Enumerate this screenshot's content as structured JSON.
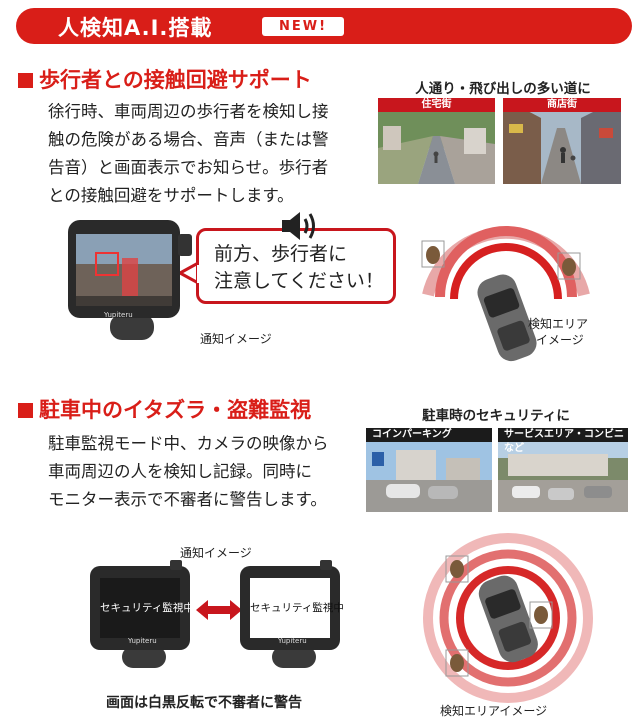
{
  "banner": {
    "title": "人検知A.I.搭載",
    "badge": "NEW!"
  },
  "pedestrian": {
    "title": "歩行者との接触回避サポート",
    "body": [
      "徐行時、車両周辺の歩行者を検知し接",
      "触の危険がある場合、音声（または警",
      "告音）と画面表示でお知らせ。歩行者",
      "との接触回避をサポートします。"
    ],
    "photo_heading": "人通り・飛び出しの多い道に",
    "photos": [
      "住宅街",
      "商店街"
    ],
    "speech": [
      "前方、歩行者に",
      "注意してください！"
    ],
    "notify_caption": "通知イメージ",
    "area_caption": [
      "検知エリア",
      "イメージ"
    ],
    "brand": "Yupiteru"
  },
  "parking": {
    "title": "駐車中のイタズラ・盗難監視",
    "body": [
      "駐車監視モード中、カメラの映像から",
      "車両周辺の人を検知し記録。同時に",
      "モニター表示で不審者に警告します。"
    ],
    "photo_heading": "駐車時のセキュリティに",
    "photos": [
      "コインパーキング",
      "サービスエリア・コンビニ など"
    ],
    "notify_caption": "通知イメージ",
    "screen_text": "セキュリティ監視中",
    "invert_caption": "画面は白黒反転で不審者に警告",
    "area_caption": "検知エリアイメージ",
    "brand": "Yupiteru"
  },
  "colors": {
    "accent": "#d91e18",
    "photo_label": "#c8161d"
  }
}
